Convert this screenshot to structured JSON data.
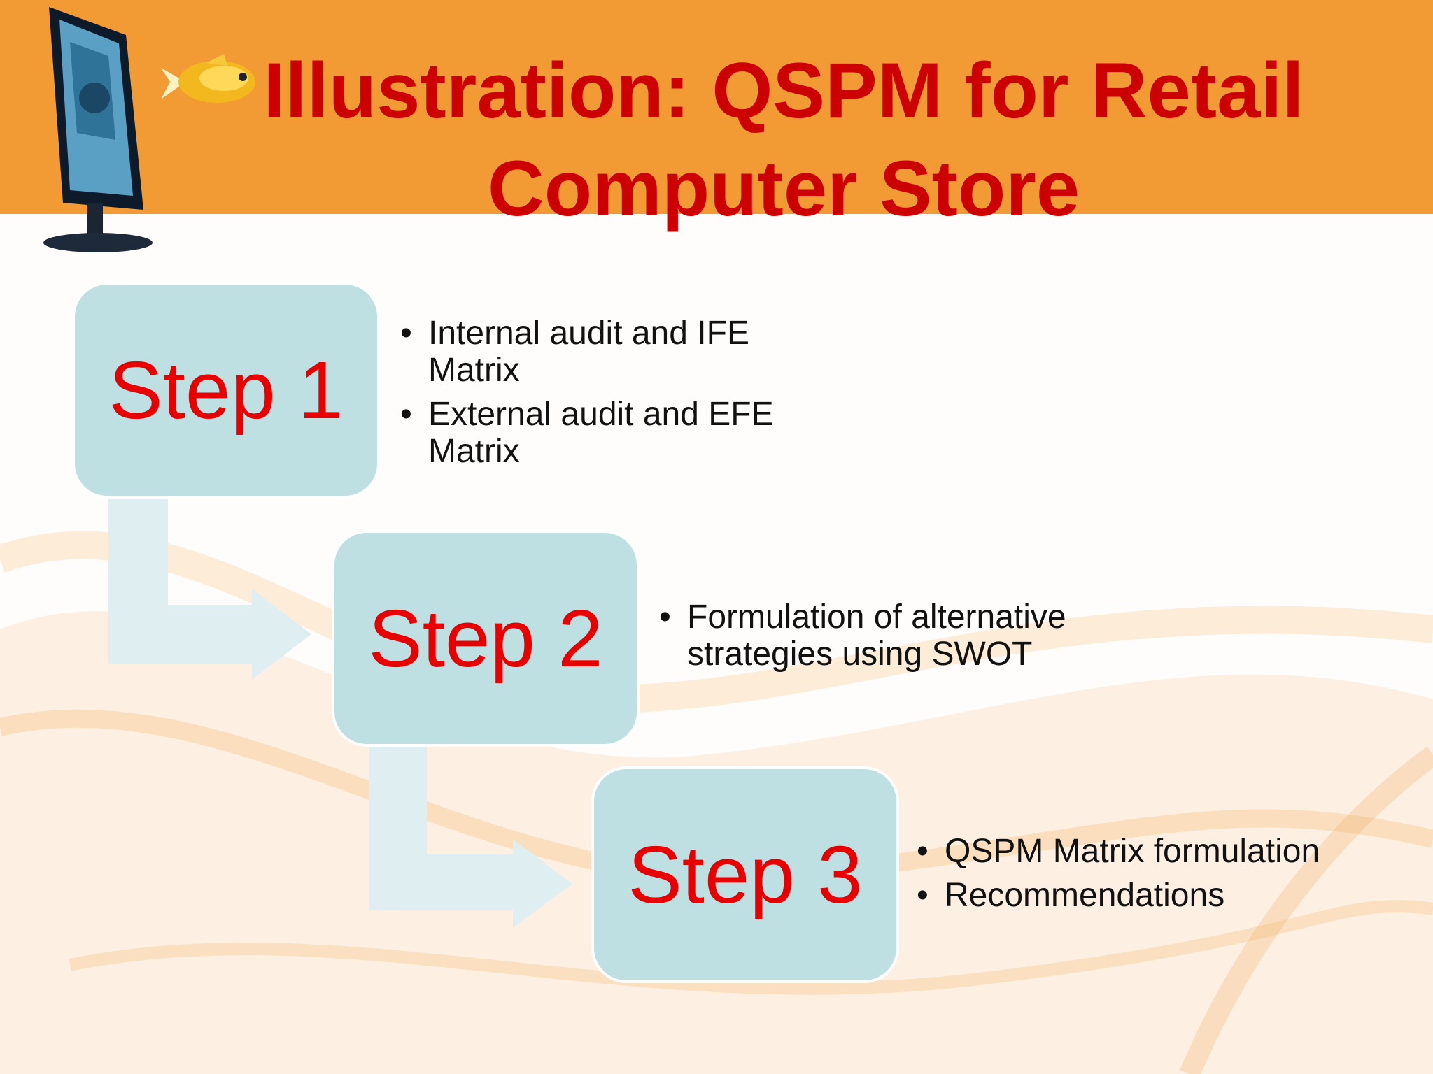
{
  "slide": {
    "title_lines": [
      "Illustration: QSPM for Retail",
      "Computer Store"
    ],
    "colors": {
      "header": "#f29a33",
      "title": "#cc0000",
      "step_box": "#bfe0e3",
      "step_text": "#e80000",
      "connector": "#dfeff1"
    },
    "icons": [
      "monitor-icon",
      "fish-icon",
      "arrow-connector"
    ]
  },
  "steps": [
    {
      "label": "Step 1",
      "bullets": [
        "Internal audit and IFE Matrix",
        "External audit and EFE Matrix"
      ]
    },
    {
      "label": "Step 2",
      "bullets": [
        "Formulation of alternative strategies  using SWOT"
      ]
    },
    {
      "label": "Step 3",
      "bullets": [
        "QSPM Matrix formulation",
        "Recommendations"
      ]
    }
  ]
}
